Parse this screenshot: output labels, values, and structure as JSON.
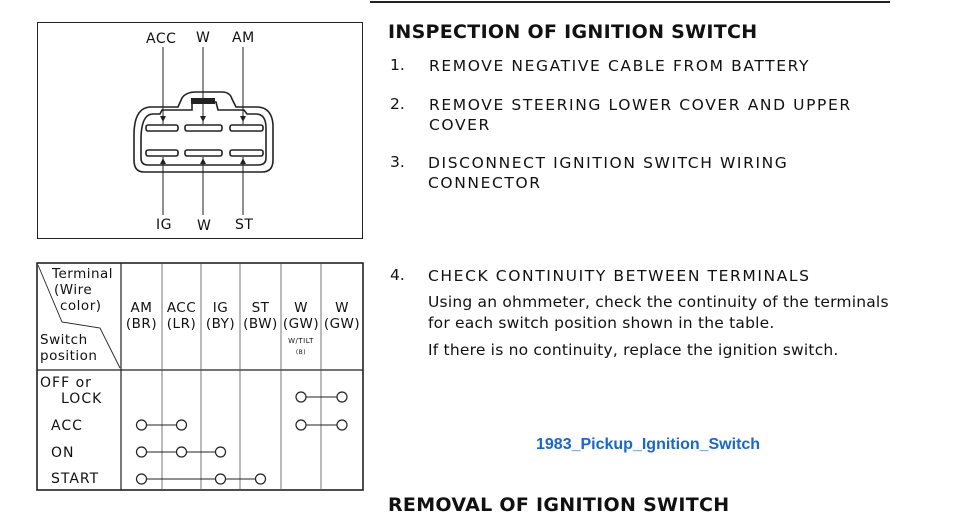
{
  "connector": {
    "top_labels": [
      "ACC",
      "W",
      "AM"
    ],
    "bottom_labels": [
      "IG",
      "W",
      "ST"
    ]
  },
  "table": {
    "corner_top": [
      "Terminal",
      "(Wire",
      "color)"
    ],
    "corner_bottom": [
      "Switch",
      "position"
    ],
    "columns": [
      {
        "name": "AM",
        "color": "(BR)"
      },
      {
        "name": "ACC",
        "color": "(LR)"
      },
      {
        "name": "IG",
        "color": "(BY)"
      },
      {
        "name": "ST",
        "color": "(BW)"
      },
      {
        "name": "W",
        "color": "(GW)",
        "note": "W/TILT",
        "note2": "(B)"
      },
      {
        "name": "W",
        "color": "(GW)"
      }
    ],
    "rows": [
      {
        "label1": "OFF or",
        "label2": "LOCK",
        "continuity": [
          [
            4,
            5
          ]
        ]
      },
      {
        "label1": "ACC",
        "continuity": [
          [
            0,
            1
          ],
          [
            4,
            5
          ]
        ]
      },
      {
        "label1": "ON",
        "continuity": [
          [
            0,
            1,
            2
          ]
        ]
      },
      {
        "label1": "START",
        "continuity": [
          [
            0,
            2,
            3
          ]
        ]
      }
    ]
  },
  "doc": {
    "title": "INSPECTION OF IGNITION SWITCH",
    "steps": [
      {
        "num": "1.",
        "text": "REMOVE NEGATIVE CABLE FROM BATTERY"
      },
      {
        "num": "2.",
        "line1": "REMOVE STEERING LOWER COVER AND UPPER",
        "line2": "COVER"
      },
      {
        "num": "3.",
        "line1": "DISCONNECT IGNITION SWITCH WIRING",
        "line2": "CONNECTOR"
      },
      {
        "num": "4.",
        "text": "CHECK CONTINUITY BETWEEN TERMINALS"
      }
    ],
    "para1_line1": "Using an ohmmeter, check the continuity of the terminals",
    "para1_line2": "for each switch position shown in the table.",
    "para2": "If there is no continuity, replace the ignition switch.",
    "link": "1983_Pickup_Ignition_Switch",
    "next_heading": "REMOVAL OF IGNITION SWITCH"
  }
}
